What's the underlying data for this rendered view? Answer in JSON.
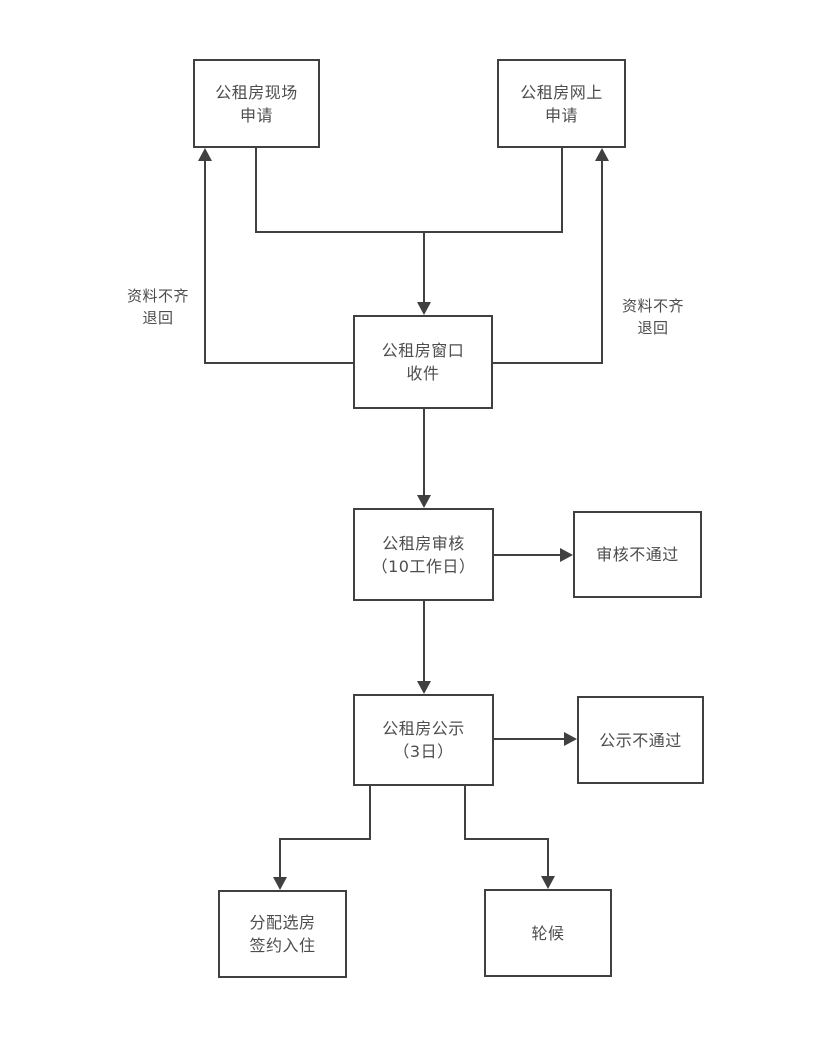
{
  "diagram": {
    "nodes": {
      "onsite": {
        "label": "公租房现场\n申请"
      },
      "online": {
        "label": "公租房网上\n申请"
      },
      "window": {
        "label": "公租房窗口\n收件"
      },
      "review": {
        "label": "公租房审核\n（10工作日）"
      },
      "review_fail": {
        "label": "审核不通过"
      },
      "publicity": {
        "label": "公租房公示\n（3日）"
      },
      "publicity_fail": {
        "label": "公示不通过"
      },
      "allocation": {
        "label": "分配选房\n签约入住"
      },
      "waitlist": {
        "label": "轮候"
      }
    },
    "edge_labels": {
      "left_return": "资料不齐\n退回",
      "right_return": "资料不齐\n退回"
    },
    "edges": [
      {
        "from": "公租房现场申请",
        "to": "公租房窗口收件",
        "label": ""
      },
      {
        "from": "公租房网上申请",
        "to": "公租房窗口收件",
        "label": ""
      },
      {
        "from": "公租房窗口收件",
        "to": "公租房现场申请",
        "label": "资料不齐退回"
      },
      {
        "from": "公租房窗口收件",
        "to": "公租房网上申请",
        "label": "资料不齐退回"
      },
      {
        "from": "公租房窗口收件",
        "to": "公租房审核（10工作日）",
        "label": ""
      },
      {
        "from": "公租房审核（10工作日）",
        "to": "审核不通过",
        "label": ""
      },
      {
        "from": "公租房审核（10工作日）",
        "to": "公租房公示（3日）",
        "label": ""
      },
      {
        "from": "公租房公示（3日）",
        "to": "公示不通过",
        "label": ""
      },
      {
        "from": "公租房公示（3日）",
        "to": "分配选房签约入住",
        "label": ""
      },
      {
        "from": "公租房公示（3日）",
        "to": "轮候",
        "label": ""
      }
    ],
    "colors": {
      "line": "#404040",
      "text": "#4d4d4d",
      "background": "#ffffff"
    }
  }
}
